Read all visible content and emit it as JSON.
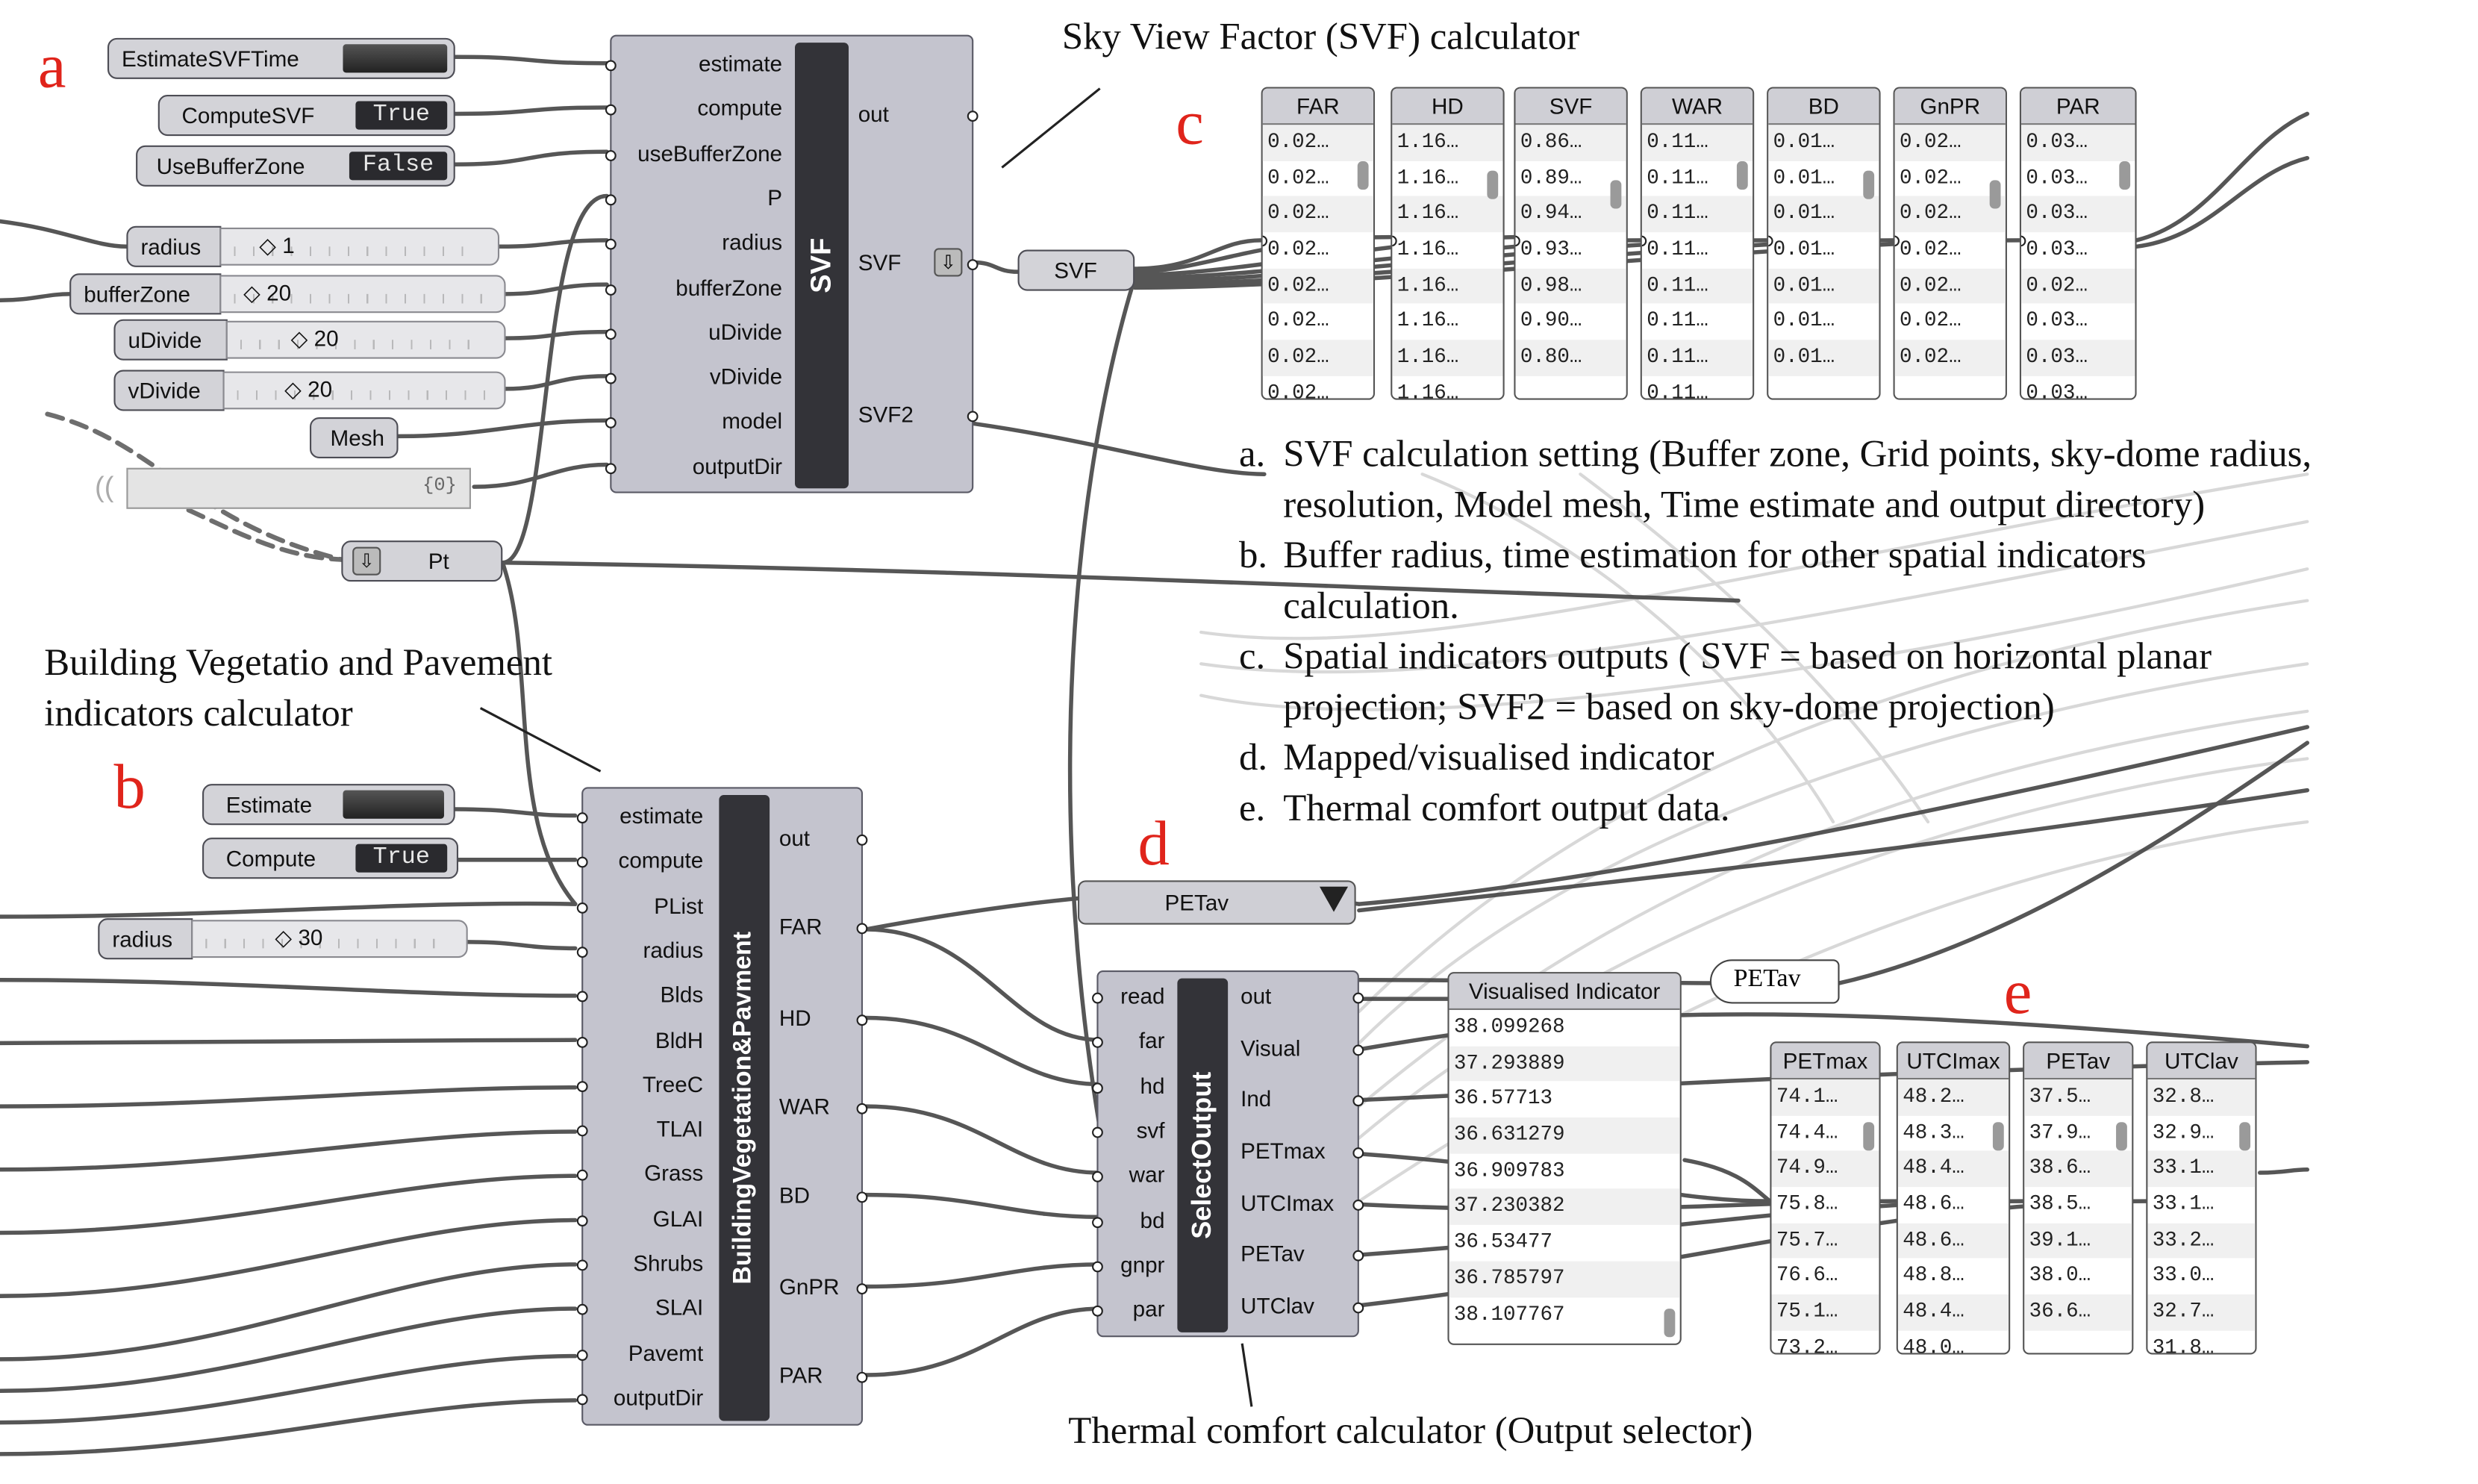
{
  "labels": {
    "a": "a",
    "b": "b",
    "c": "c",
    "d": "d",
    "e": "e"
  },
  "captions": {
    "svf_title": "Sky View Factor (SVF) calculator",
    "bvp_title_line1": "Building Vegetatio and Pavement",
    "bvp_title_line2": "indicators calculator",
    "thermal_title": "Thermal comfort calculator (Output selector)"
  },
  "legend": [
    {
      "key": "a.",
      "lines": [
        "SVF calculation setting (Buffer zone, Grid points, sky-dome radius,",
        "resolution, Model mesh, Time estimate and output directory)"
      ]
    },
    {
      "key": "b.",
      "lines": [
        "Buffer radius, time estimation for other spatial indicators",
        "calculation."
      ]
    },
    {
      "key": "c.",
      "lines": [
        "Spatial indicators outputs ( SVF = based on horizontal planar",
        "projection; SVF2 = based on sky-dome projection)"
      ]
    },
    {
      "key": "d.",
      "lines": [
        "Mapped/visualised indicator"
      ]
    },
    {
      "key": "e.",
      "lines": [
        "Thermal comfort output data."
      ]
    }
  ],
  "svf_inputs": {
    "estimate_svf_time": "EstimateSVFTime",
    "compute_svf": "ComputeSVF",
    "compute_svf_value": "True",
    "use_buffer_zone": "UseBufferZone",
    "use_buffer_zone_value": "False",
    "radius_label": "radius",
    "radius_value": "1",
    "buffer_zone_label": "bufferZone",
    "buffer_zone_value": "20",
    "udivide_label": "uDivide",
    "udivide_value": "20",
    "vdivide_label": "vDivide",
    "vdivide_value": "20",
    "mesh_label": "Mesh",
    "empty_panel_value": "{0}",
    "pt_label": "Pt"
  },
  "svf_component": {
    "name": "SVF",
    "inputs": [
      "estimate",
      "compute",
      "useBufferZone",
      "P",
      "radius",
      "bufferZone",
      "uDivide",
      "vDivide",
      "model",
      "outputDir"
    ],
    "outputs": [
      "out",
      "SVF",
      "SVF2"
    ]
  },
  "svf_relay": "SVF",
  "spatial_panels": [
    {
      "header": "FAR",
      "rows": [
        "0.02…",
        "0.02…",
        "0.02…",
        "0.02…",
        "0.02…",
        "0.02…",
        "0.02…",
        "0.02…"
      ]
    },
    {
      "header": "HD",
      "rows": [
        "1.16…",
        "1.16…",
        "1.16…",
        "1.16…",
        "1.16…",
        "1.16…",
        "1.16…",
        "1.16…"
      ]
    },
    {
      "header": "SVF",
      "rows": [
        "0.86…",
        "0.89…",
        "0.94…",
        "0.93…",
        "0.98…",
        "0.90…",
        "0.80…"
      ]
    },
    {
      "header": "WAR",
      "rows": [
        "0.11…",
        "0.11…",
        "0.11…",
        "0.11…",
        "0.11…",
        "0.11…",
        "0.11…",
        "0.11…"
      ]
    },
    {
      "header": "BD",
      "rows": [
        "0.01…",
        "0.01…",
        "0.01…",
        "0.01…",
        "0.01…",
        "0.01…",
        "0.01…"
      ]
    },
    {
      "header": "GnPR",
      "rows": [
        "0.02…",
        "0.02…",
        "0.02…",
        "0.02…",
        "0.02…",
        "0.02…",
        "0.02…"
      ]
    },
    {
      "header": "PAR",
      "rows": [
        "0.03…",
        "0.03…",
        "0.03…",
        "0.03…",
        "0.02…",
        "0.03…",
        "0.03…",
        "0.03…"
      ]
    }
  ],
  "bvp_inputs": {
    "estimate_label": "Estimate",
    "compute_label": "Compute",
    "compute_value": "True",
    "radius_label": "radius",
    "radius_value": "30"
  },
  "bvp_component": {
    "name": "BuildingVegetation&Pavment",
    "inputs": [
      "estimate",
      "compute",
      "PList",
      "radius",
      "Blds",
      "BldH",
      "TreeC",
      "TLAI",
      "Grass",
      "GLAI",
      "Shrubs",
      "SLAI",
      "Pavemt",
      "outputDir"
    ],
    "outputs": [
      "out",
      "FAR",
      "HD",
      "WAR",
      "BD",
      "GnPR",
      "PAR"
    ]
  },
  "petav_dropdown": "PETav",
  "select_component": {
    "name": "SelectOutput",
    "inputs": [
      "read",
      "far",
      "hd",
      "svf",
      "war",
      "bd",
      "gnpr",
      "par"
    ],
    "outputs": [
      "out",
      "Visual",
      "Ind",
      "PETmax",
      "UTCImax",
      "PETav",
      "UTClav"
    ]
  },
  "visualised_panel": {
    "header": "Visualised Indicator",
    "rows": [
      "38.099268",
      "37.293889",
      "36.57713",
      "36.631279",
      "36.909783",
      "37.230382",
      "36.53477",
      "36.785797",
      "38.107767"
    ]
  },
  "petav_tag": "PETav",
  "thermal_panels": [
    {
      "header": "PETmax",
      "rows": [
        "74.1…",
        "74.4…",
        "74.9…",
        "75.8…",
        "75.7…",
        "76.6…",
        "75.1…",
        "73.2…"
      ]
    },
    {
      "header": "UTCImax",
      "rows": [
        "48.2…",
        "48.3…",
        "48.4…",
        "48.6…",
        "48.6…",
        "48.8…",
        "48.4…",
        "48.0…"
      ]
    },
    {
      "header": "PETav",
      "rows": [
        "37.5…",
        "37.9…",
        "38.6…",
        "38.5…",
        "39.1…",
        "38.0…",
        "36.6…"
      ]
    },
    {
      "header": "UTClav",
      "rows": [
        "32.8…",
        "32.9…",
        "33.1…",
        "33.1…",
        "33.2…",
        "33.0…",
        "32.7…",
        "31.8…"
      ]
    }
  ]
}
